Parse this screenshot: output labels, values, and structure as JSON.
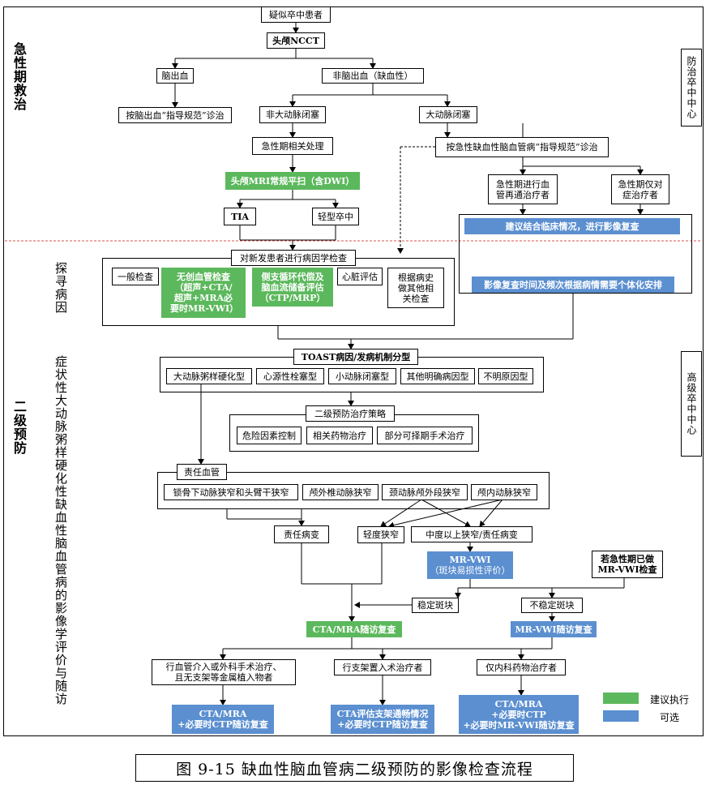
{
  "side_labels": {
    "acute": "急性期救治",
    "etiology": "探寻病因",
    "secondary": "二级预防",
    "symptomatic": "症状性大动脉粥样硬化性缺血性脑血管病的影像学评价与随访"
  },
  "centers": {
    "prevention_center": "防治卒中中心",
    "advanced_center": "高级卒中中心"
  },
  "nodes": {
    "suspected": "疑似卒中患者",
    "ncct": "头颅NCCT",
    "hemorrhage": "脑出血",
    "non_hemorrhage": "非脑出血（缺血性）",
    "hemorrhage_guide": "按脑出血“指导规范”诊治",
    "non_lvo": "非大动脉闭塞",
    "lvo": "大动脉闭塞",
    "acute_treatment": "急性期相关处理",
    "ischemic_guide": "按急性缺血性脑血管病“指导规范”诊治",
    "mri": "头颅MRI常规平扫（含DWI）",
    "tia": "TIA",
    "minor_stroke": "轻型卒中",
    "recanalization": "急性期进行血管再通治疗者",
    "symptomatic_only": "急性期仅对症治疗者",
    "recheck": "建议结合临床情况，进行影像复查",
    "recheck_schedule": "影像复查时间及频次根据病情需要个体化安排",
    "etiology_check": "对新发患者进行病因学检查",
    "general_check": "一般检查",
    "noninvasive": "无创血管检查（超声+CTA/超声+MRA必要时MR-VWI）",
    "collateral": "侧支循环代偿及脑血流储备评估（CTP/MRP）",
    "cardiac": "心脏评估",
    "other_check": "根据病史做其他相关检查",
    "toast": "TOAST病因/发病机制分型",
    "type_laa": "大动脉粥样硬化型",
    "type_ce": "心源性栓塞型",
    "type_sao": "小动脉闭塞型",
    "type_other": "其他明确病因型",
    "type_unknown": "不明原因型",
    "strategy": "二级预防治疗策略",
    "risk_control": "危险因素控制",
    "drug": "相关药物治疗",
    "surgery": "部分可择期手术治疗",
    "culprit_vessel": "责任血管",
    "v_subclavian": "锁骨下动脉狭窄和头臂干狭窄",
    "v_vertebral": "颅外椎动脉狭窄",
    "v_carotid": "颈动脉颅外段狭窄",
    "v_intracranial": "颅内动脉狭窄",
    "culprit_lesion": "责任病变",
    "mild_stenosis": "轻度狭窄",
    "moderate": "中度以上狭窄/责任病变",
    "mrvwi": "MR-VWI",
    "mrvwi_sub": "（斑块易损性评价）",
    "if_done": "若急性期已做MR-VWI检查",
    "stable": "稳定斑块",
    "unstable": "不稳定斑块",
    "cta_followup": "CTA/MRA随访复查",
    "mrvwi_followup": "MR-VWI随访复查",
    "intervention": "行血管介入或外科手术治疗、且无支架等金属植入物者",
    "stenting": "行支架置入术治疗者",
    "medical_only": "仅内科药物治疗者",
    "out1_a": "CTA/MRA",
    "out1_b": "+必要时CTP随访复查",
    "out2_a": "CTA评估支架通畅情况",
    "out2_b": "+必要时CTP随访复查",
    "out3_a": "CTA/MRA",
    "out3_b": "+必要时CTP",
    "out3_c": "+必要时MR-VWI随访复查"
  },
  "legend": {
    "recommended": "建议执行",
    "optional": "可选"
  },
  "colors": {
    "recommended": "#5cb85c",
    "optional": "#5b8fd0"
  },
  "caption": "图 9-15   缺血性脑血管病二级预防的影像检查流程"
}
